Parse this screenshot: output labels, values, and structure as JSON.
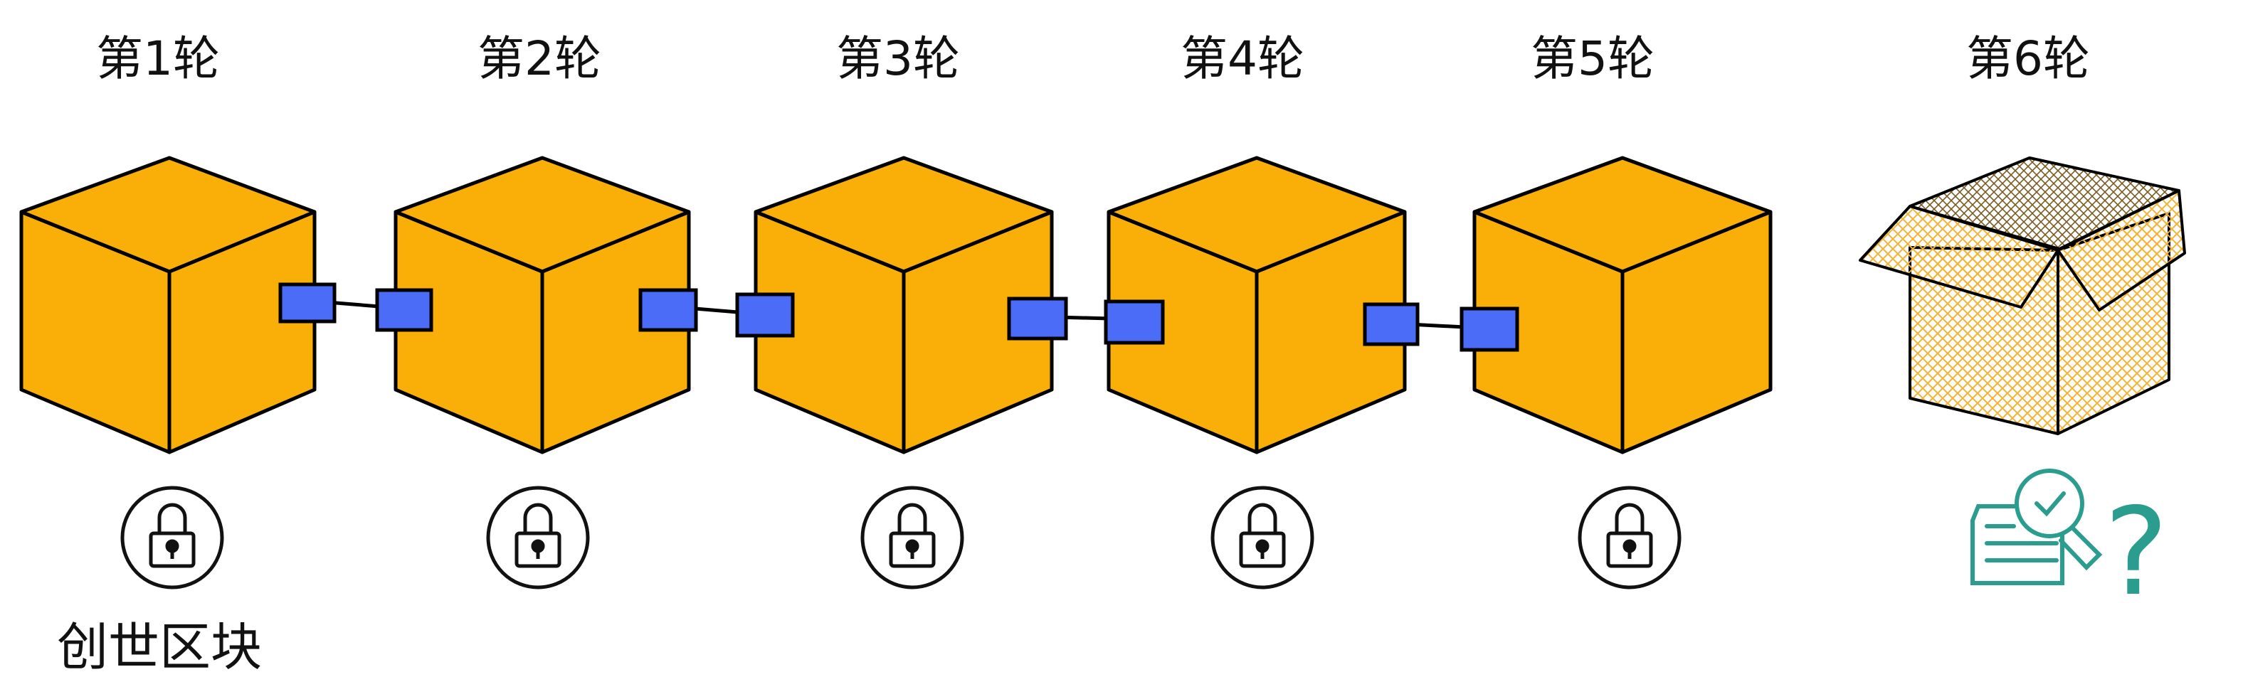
{
  "rounds": [
    {
      "label": "第1轮"
    },
    {
      "label": "第2轮"
    },
    {
      "label": "第3轮"
    },
    {
      "label": "第4轮"
    },
    {
      "label": "第5轮"
    },
    {
      "label": "第6轮"
    }
  ],
  "genesis_label": "创世区块",
  "colors": {
    "block_fill": "#F9AE08",
    "stroke": "#000000",
    "link": "#4A6CF7",
    "box_hatch": "#F5B233",
    "verify_icon": "#2A9D8F"
  },
  "icons": {
    "locked_block": "lock-icon",
    "open_box": "open-box-icon",
    "verify": "document-search-check-icon",
    "unknown": "question-mark-icon"
  }
}
